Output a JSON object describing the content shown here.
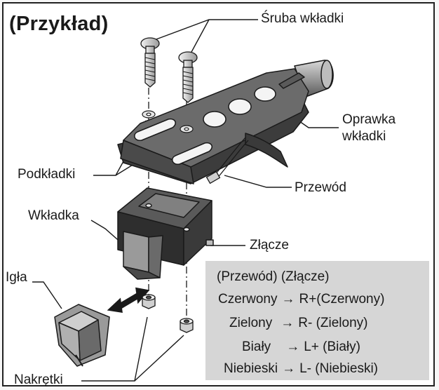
{
  "title": "(Przykład)",
  "labels": {
    "sruba": "Śruba wkładki",
    "oprawka_line1": "Oprawka",
    "oprawka_line2": "wkładki",
    "podkladki": "Podkładki",
    "przewod": "Przewód",
    "wkladka": "Wkładka",
    "zlacze": "Złącze",
    "igla": "Igła",
    "nakretki": "Nakrętki"
  },
  "legend": {
    "header": "(Przewód) (Złącze)",
    "arrow": "→",
    "rows": [
      {
        "wire": "Czerwony",
        "pin": "R+(Czerwony)"
      },
      {
        "wire": "Zielony",
        "pin": "R- (Zielony)"
      },
      {
        "wire": "Biały",
        "pin": "L+ (Biały)"
      },
      {
        "wire": "Niebieski",
        "pin": "L- (Niebieski)"
      }
    ]
  },
  "colors": {
    "headshell_top": "#6b6b6b",
    "headshell_side": "#3c3c3c",
    "cartridge_top": "#5a5a5a",
    "cartridge_side": "#2e2e2e",
    "legend_bg": "#d6d6d6",
    "line": "#1a1a1a"
  }
}
